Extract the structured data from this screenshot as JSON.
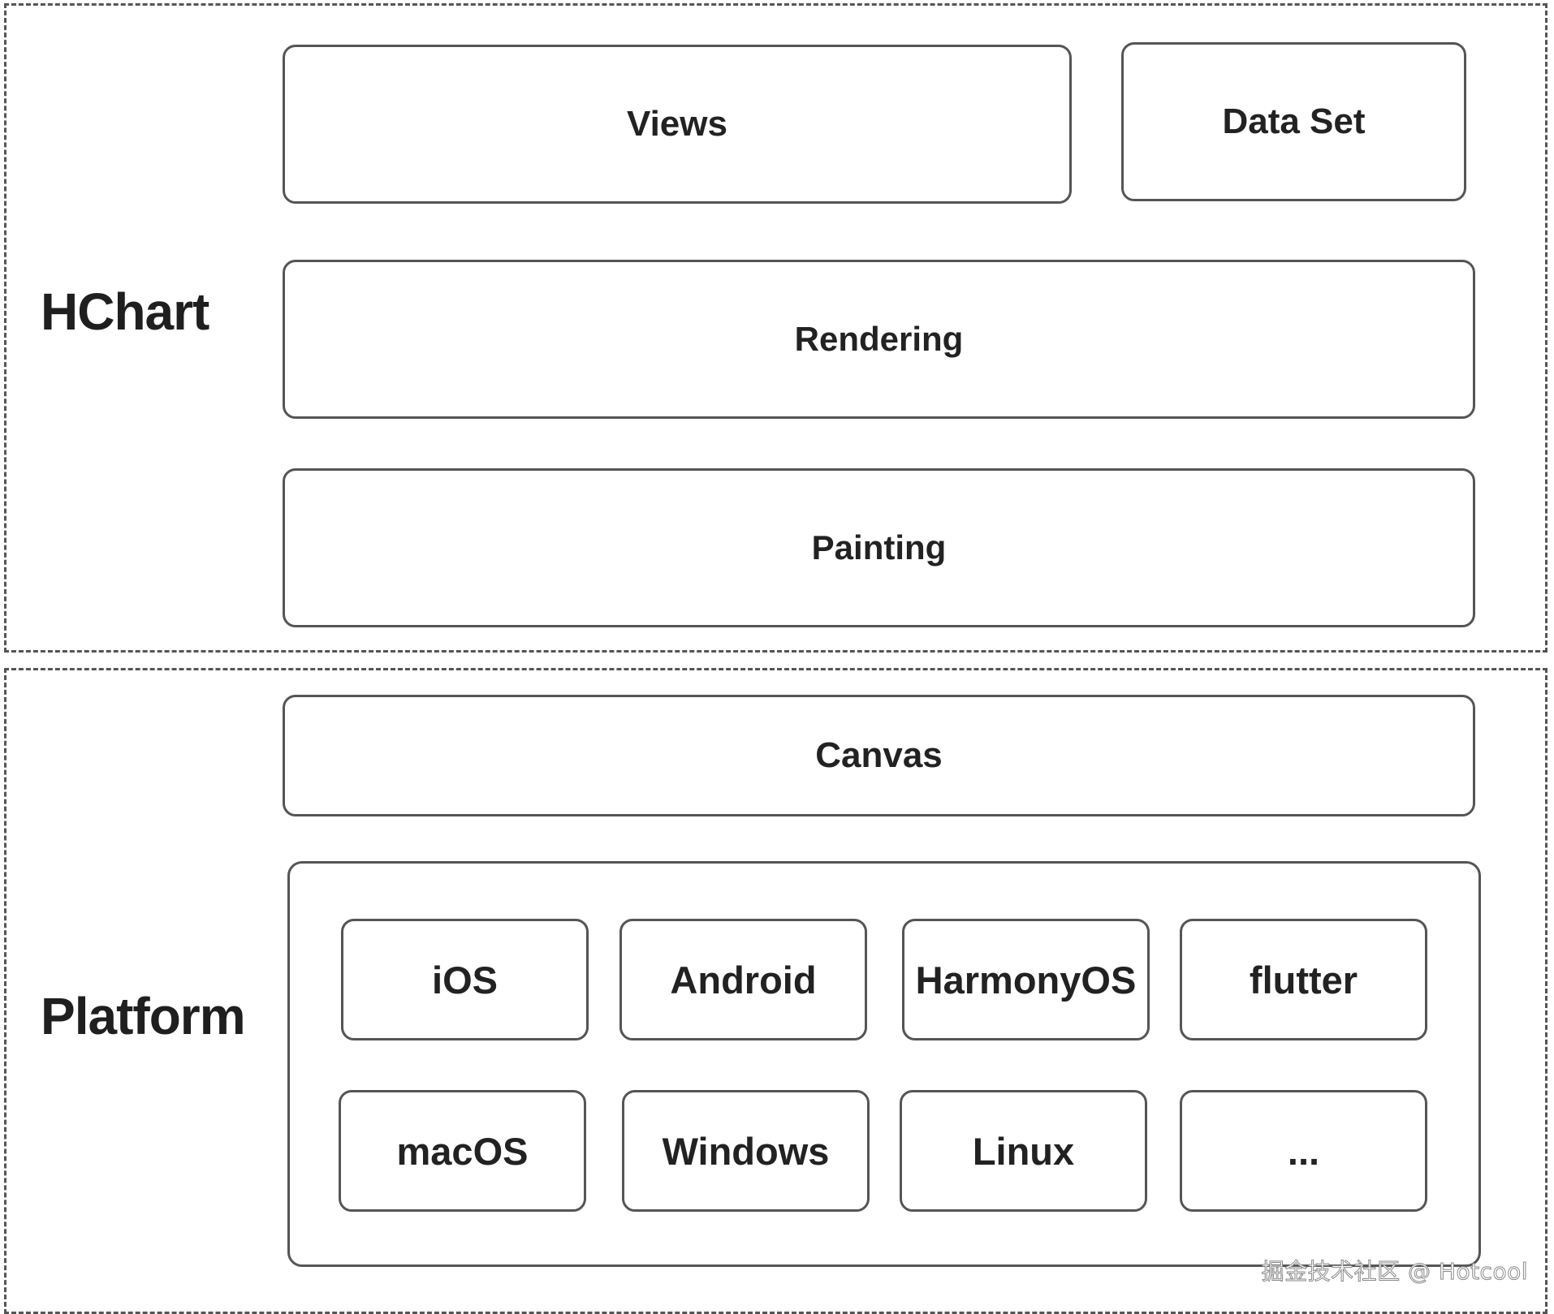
{
  "hchart": {
    "label": "HChart",
    "views": "Views",
    "data_set": "Data Set",
    "rendering": "Rendering",
    "painting": "Painting"
  },
  "platform": {
    "label": "Platform",
    "canvas": "Canvas",
    "items": [
      "iOS",
      "Android",
      "HarmonyOS",
      "flutter",
      "macOS",
      "Windows",
      "Linux",
      "..."
    ]
  },
  "watermark": "掘金技术社区 @ Hotcool",
  "colors": {
    "border": "#555555",
    "text": "#222222",
    "background": "#ffffff"
  }
}
